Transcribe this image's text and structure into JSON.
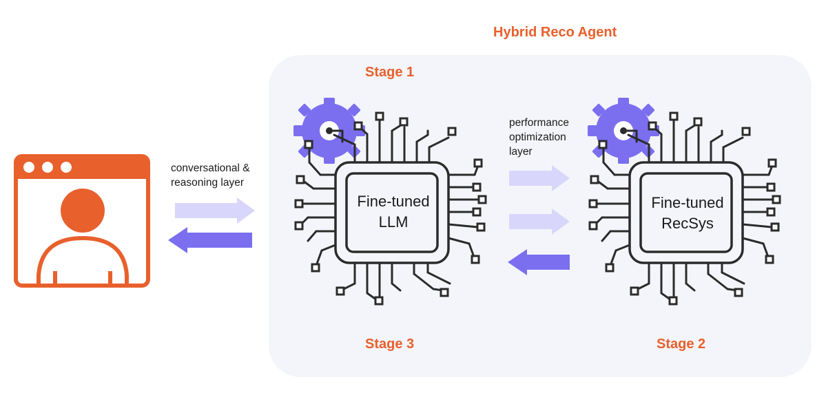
{
  "title": "Hybrid Reco Agent",
  "stages": {
    "stage1": "Stage 1",
    "stage2": "Stage 2",
    "stage3": "Stage 3"
  },
  "layers": {
    "conversational_line1": "conversational &",
    "conversational_line2": "reasoning layer",
    "performance_line1": "performance",
    "performance_line2": "optimization",
    "performance_line3": "layer"
  },
  "chips": {
    "llm_line1": "Fine-tuned",
    "llm_line2": "LLM",
    "recsys_line1": "Fine-tuned",
    "recsys_line2": "RecSys"
  },
  "colors": {
    "accent_orange": "#e8602c",
    "panel_bg": "#f4f5fa",
    "gear_purple": "#7b6ff0",
    "arrow_light": "#d9d6fb",
    "arrow_dark": "#7b6ff0",
    "circuit_dark": "#2b2b2b"
  }
}
